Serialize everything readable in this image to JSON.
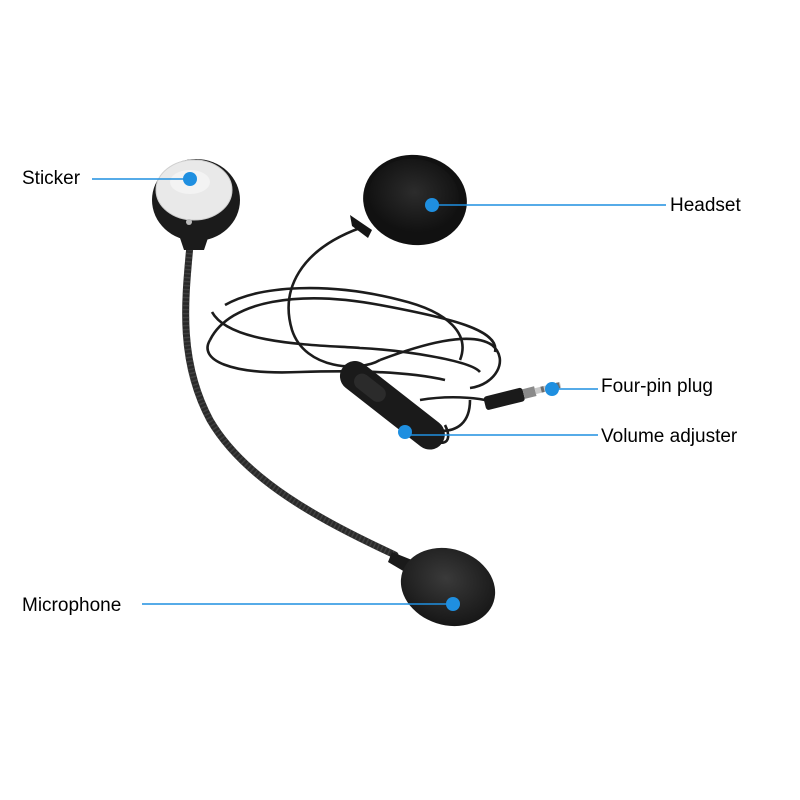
{
  "colors": {
    "background": "#ffffff",
    "callout_line": "#1f8fe0",
    "callout_dot": "#1f8fe0",
    "product": "#1c1c1c"
  },
  "labels": {
    "sticker": "Sticker",
    "headset": "Headset",
    "four_pin_plug": "Four-pin plug",
    "volume_adjuster": "Volume adjuster",
    "microphone": "Microphone"
  }
}
